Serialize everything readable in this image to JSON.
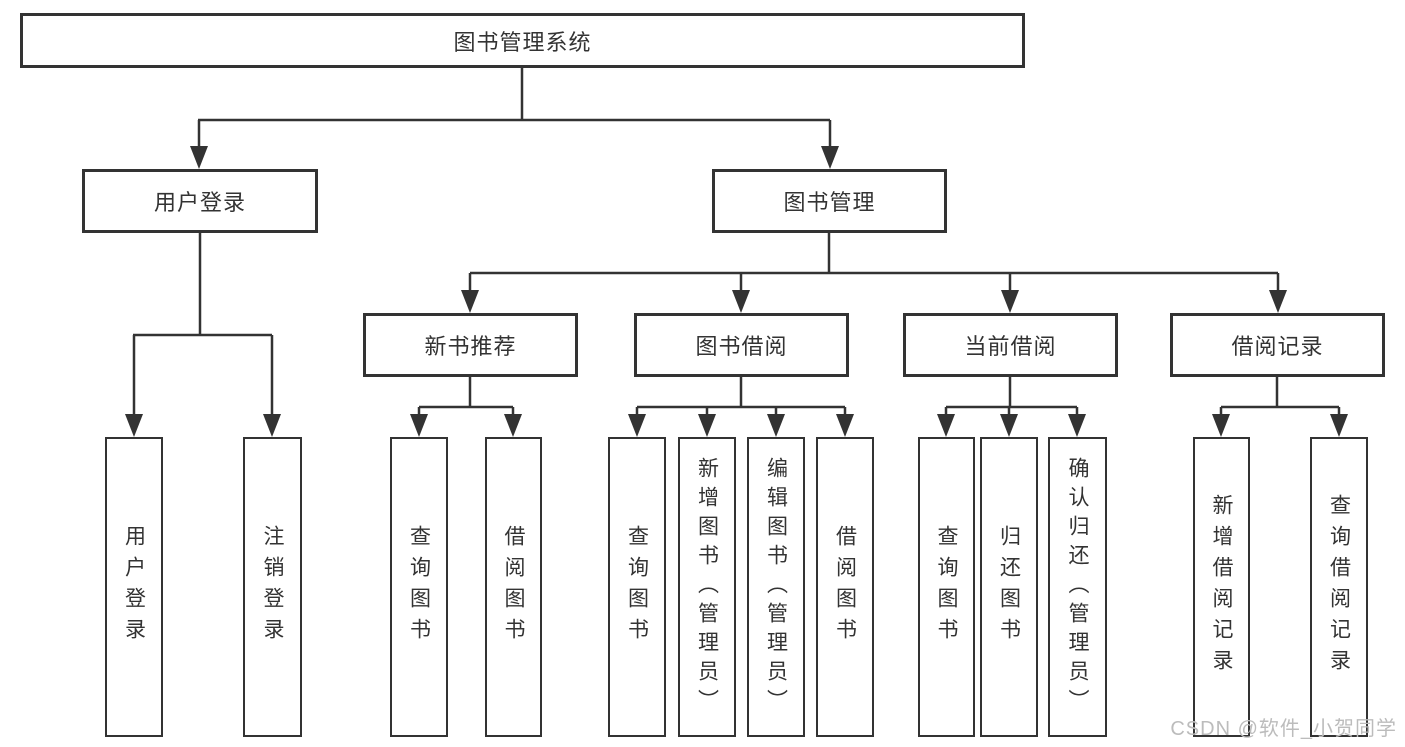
{
  "tree": {
    "root": {
      "label": "图书管理系统"
    },
    "branches": [
      {
        "label": "用户登录",
        "children": [
          "用户登录",
          "注销登录"
        ]
      },
      {
        "label": "图书管理",
        "children": [
          {
            "label": "新书推荐",
            "children": [
              "查询图书",
              "借阅图书"
            ]
          },
          {
            "label": "图书借阅",
            "children": [
              "查询图书",
              "新增图书（管理员）",
              "编辑图书（管理员）",
              "借阅图书"
            ]
          },
          {
            "label": "当前借阅",
            "children": [
              "查询图书",
              "归还图书",
              "确认归还（管理员）"
            ]
          },
          {
            "label": "借阅记录",
            "children": [
              "新增借阅记录",
              "查询借阅记录"
            ]
          }
        ]
      }
    ]
  },
  "watermark": {
    "text": "CSDN @软件_小贺同学"
  },
  "colors": {
    "line": "#333333",
    "text": "#333333",
    "box_background": "#ffffff",
    "watermark": "#bcbcbc",
    "background": "#ffffff"
  }
}
